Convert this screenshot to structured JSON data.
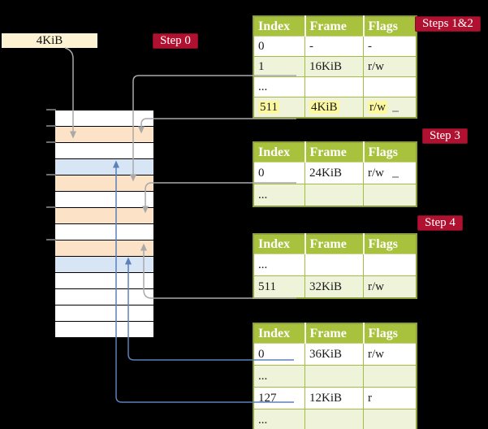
{
  "frame_label": {
    "text": "4KiB"
  },
  "badges": {
    "step0": "Step 0",
    "steps_1_2": "Steps 1&2",
    "step3": "Step 3",
    "step4": "Step 4"
  },
  "memory": {
    "rows": [
      "plain",
      "orange",
      "plain",
      "blue",
      "orange",
      "plain",
      "orange",
      "plain",
      "orange",
      "blue",
      "plain",
      "plain",
      "plain",
      "plain"
    ]
  },
  "tables": [
    {
      "name": "page-table-steps-1-2",
      "headers": [
        "Index",
        "Frame",
        "Flags"
      ],
      "rows": [
        {
          "cells": [
            "0",
            "-",
            "-"
          ],
          "shaded": false,
          "highlighted": false
        },
        {
          "cells": [
            "1",
            "16KiB",
            "r/w"
          ],
          "shaded": true,
          "highlighted": false
        },
        {
          "cells": [
            "...",
            "",
            ""
          ],
          "shaded": false,
          "highlighted": false
        },
        {
          "cells": [
            "511",
            "4KiB",
            "r/w"
          ],
          "shaded": true,
          "highlighted": true
        }
      ]
    },
    {
      "name": "page-table-step-3",
      "headers": [
        "Index",
        "Frame",
        "Flags"
      ],
      "rows": [
        {
          "cells": [
            "0",
            "24KiB",
            "r/w"
          ],
          "shaded": false,
          "highlighted": false
        },
        {
          "cells": [
            "...",
            "",
            ""
          ],
          "shaded": true,
          "highlighted": false
        }
      ]
    },
    {
      "name": "page-table-step-4",
      "headers": [
        "Index",
        "Frame",
        "Flags"
      ],
      "rows": [
        {
          "cells": [
            "...",
            "",
            ""
          ],
          "shaded": false,
          "highlighted": false
        },
        {
          "cells": [
            "511",
            "32KiB",
            "r/w"
          ],
          "shaded": true,
          "highlighted": false
        }
      ]
    },
    {
      "name": "page-table-final",
      "headers": [
        "Index",
        "Frame",
        "Flags"
      ],
      "rows": [
        {
          "cells": [
            "0",
            "36KiB",
            "r/w"
          ],
          "shaded": false,
          "highlighted": false
        },
        {
          "cells": [
            "...",
            "",
            ""
          ],
          "shaded": true,
          "highlighted": false
        },
        {
          "cells": [
            "127",
            "12KiB",
            "r"
          ],
          "shaded": false,
          "highlighted": false
        },
        {
          "cells": [
            "...",
            "",
            ""
          ],
          "shaded": true,
          "highlighted": false
        }
      ]
    }
  ],
  "colors": {
    "badge": "#b01130",
    "table_header": "#a8c23d",
    "row_shaded": "#eef3da",
    "mem_orange": "#fce3c7",
    "mem_blue": "#d8e5f4",
    "label_bg": "#fdf2d1",
    "highlight": "#fcf8a0",
    "gray_arrow": "#a9a9a9",
    "blue_arrow": "#5b80ba"
  }
}
